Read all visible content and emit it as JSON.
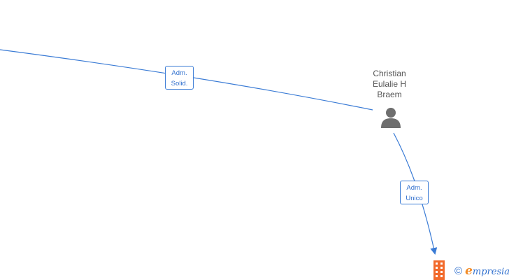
{
  "diagram": {
    "person": {
      "name_lines": [
        "Christian",
        "Eulalie H",
        "Braem"
      ],
      "icon": "person-icon"
    },
    "company": {
      "icon": "building-icon"
    },
    "edges": [
      {
        "id": "solid",
        "label_lines": [
          "Adm.",
          "Solid."
        ]
      },
      {
        "id": "unico",
        "label_lines": [
          "Adm.",
          "Unico"
        ]
      }
    ],
    "colors": {
      "edge": "#3a7bd5",
      "label_text": "#2f6fce",
      "person_icon": "#6e6e6e",
      "company_icon": "#f26a2b"
    }
  },
  "brand": {
    "copyright": "©",
    "initial": "e",
    "rest": "mpresia",
    "colors": {
      "initial": "#f28c28",
      "rest": "#2f6fce"
    }
  }
}
